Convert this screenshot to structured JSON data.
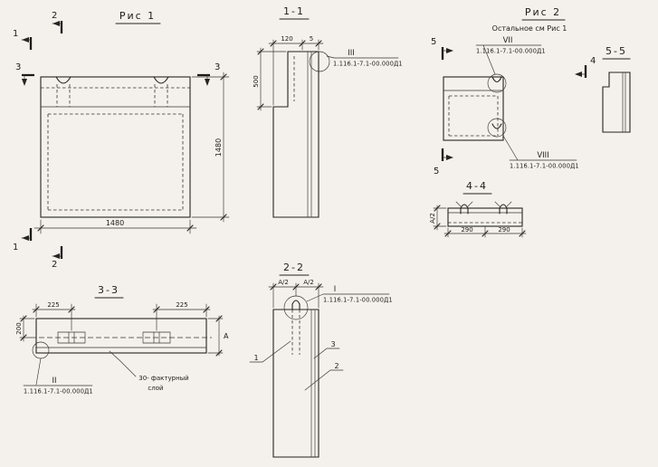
{
  "meta": {
    "paper_color": "#f4f1ec",
    "ink_color": "#26241f"
  },
  "fig1": {
    "title": "Рис 1",
    "dim_bottom": "1480",
    "dim_right": "1480",
    "cut1": "1",
    "cut2": "2",
    "cut3": "3"
  },
  "sec11": {
    "title": "1-1",
    "dim_a": "120",
    "dim_b": "5",
    "dim_left": "500",
    "callout": {
      "roman": "III",
      "doc": "1.116.1-7.1-00.000Д1"
    }
  },
  "fig2": {
    "title": "Рис 2",
    "note": "Остальное см Рис 1",
    "cut4": "4",
    "cut5": "5",
    "callout_vii": {
      "roman": "VII",
      "doc": "1.116.1-7.1-00.000Д1"
    },
    "callout_viii": {
      "roman": "VIII",
      "doc": "1.116.1-7.1-00.000Д1"
    }
  },
  "sec55": {
    "title": "5-5"
  },
  "sec44": {
    "title": "4-4",
    "dim_left": "А/2",
    "dim_a": "290",
    "dim_b": "290"
  },
  "sec33": {
    "title": "3-3",
    "dim_a": "225",
    "dim_b": "225",
    "dim_left": "200",
    "dim_right": "А",
    "callout": {
      "roman": "II",
      "doc": "1.116.1-7.1-00.000Д1"
    },
    "note_line1": "30- фактурный",
    "note_line2": "слой"
  },
  "sec22": {
    "title": "2-2",
    "dim_a": "А/2",
    "dim_b": "А/2",
    "callout": {
      "roman": "I",
      "doc": "1.116.1-7.1-00.000Д1"
    },
    "part1": "1",
    "part2": "2",
    "part3": "3"
  }
}
